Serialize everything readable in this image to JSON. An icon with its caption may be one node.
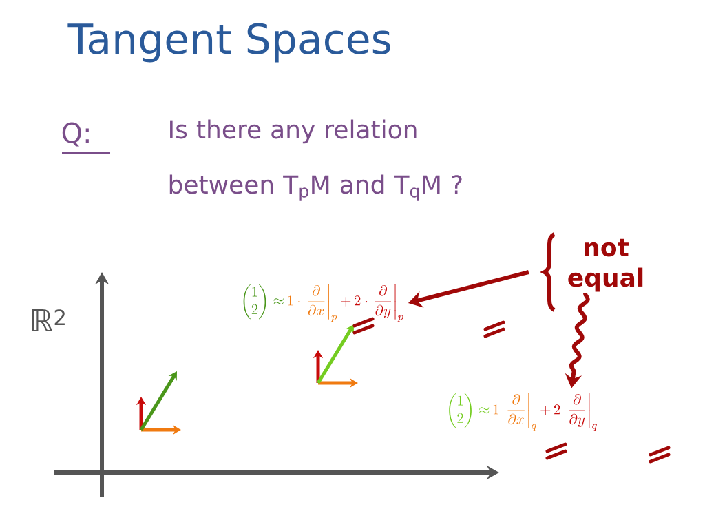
{
  "diagram": {
    "title": "Tangent Spaces",
    "nodes": [
      {
        "text": [
          "\\begin{pmatrix}1\\\\2\\end{pmatrix}\\approx",
          "1\\cdot\\left.\\frac{\\partial}{\\partial x}\\right|_{p}",
          "+\\,2\\cdot\\left.\\frac{\\partial}{\\partial y}\\right|_{p}"
        ]
      },
      {
        "text": [
          "not equal"
        ]
      },
      {
        "text": [
          "\\begin{pmatrix}1\\\\2\\end{pmatrix}\\approx",
          "1\\,\\left.\\frac{\\partial}{\\partial x}\\right|_{q}",
          "+\\,2\\,\\left.\\frac{\\partial}{\\partial y}\\right|_{q}"
        ]
      }
    ],
    "edges": [
      {
        "from": 1,
        "to": 0,
        "arrow": "to"
      },
      {
        "from": 1,
        "to": 2,
        "arrow": "to"
      }
    ],
    "labels": [
      "Q:",
      "Is there any relation between T$_{p}$M and T$_{q}$M ?",
      "ℝ$^{2}$"
    ]
  }
}
